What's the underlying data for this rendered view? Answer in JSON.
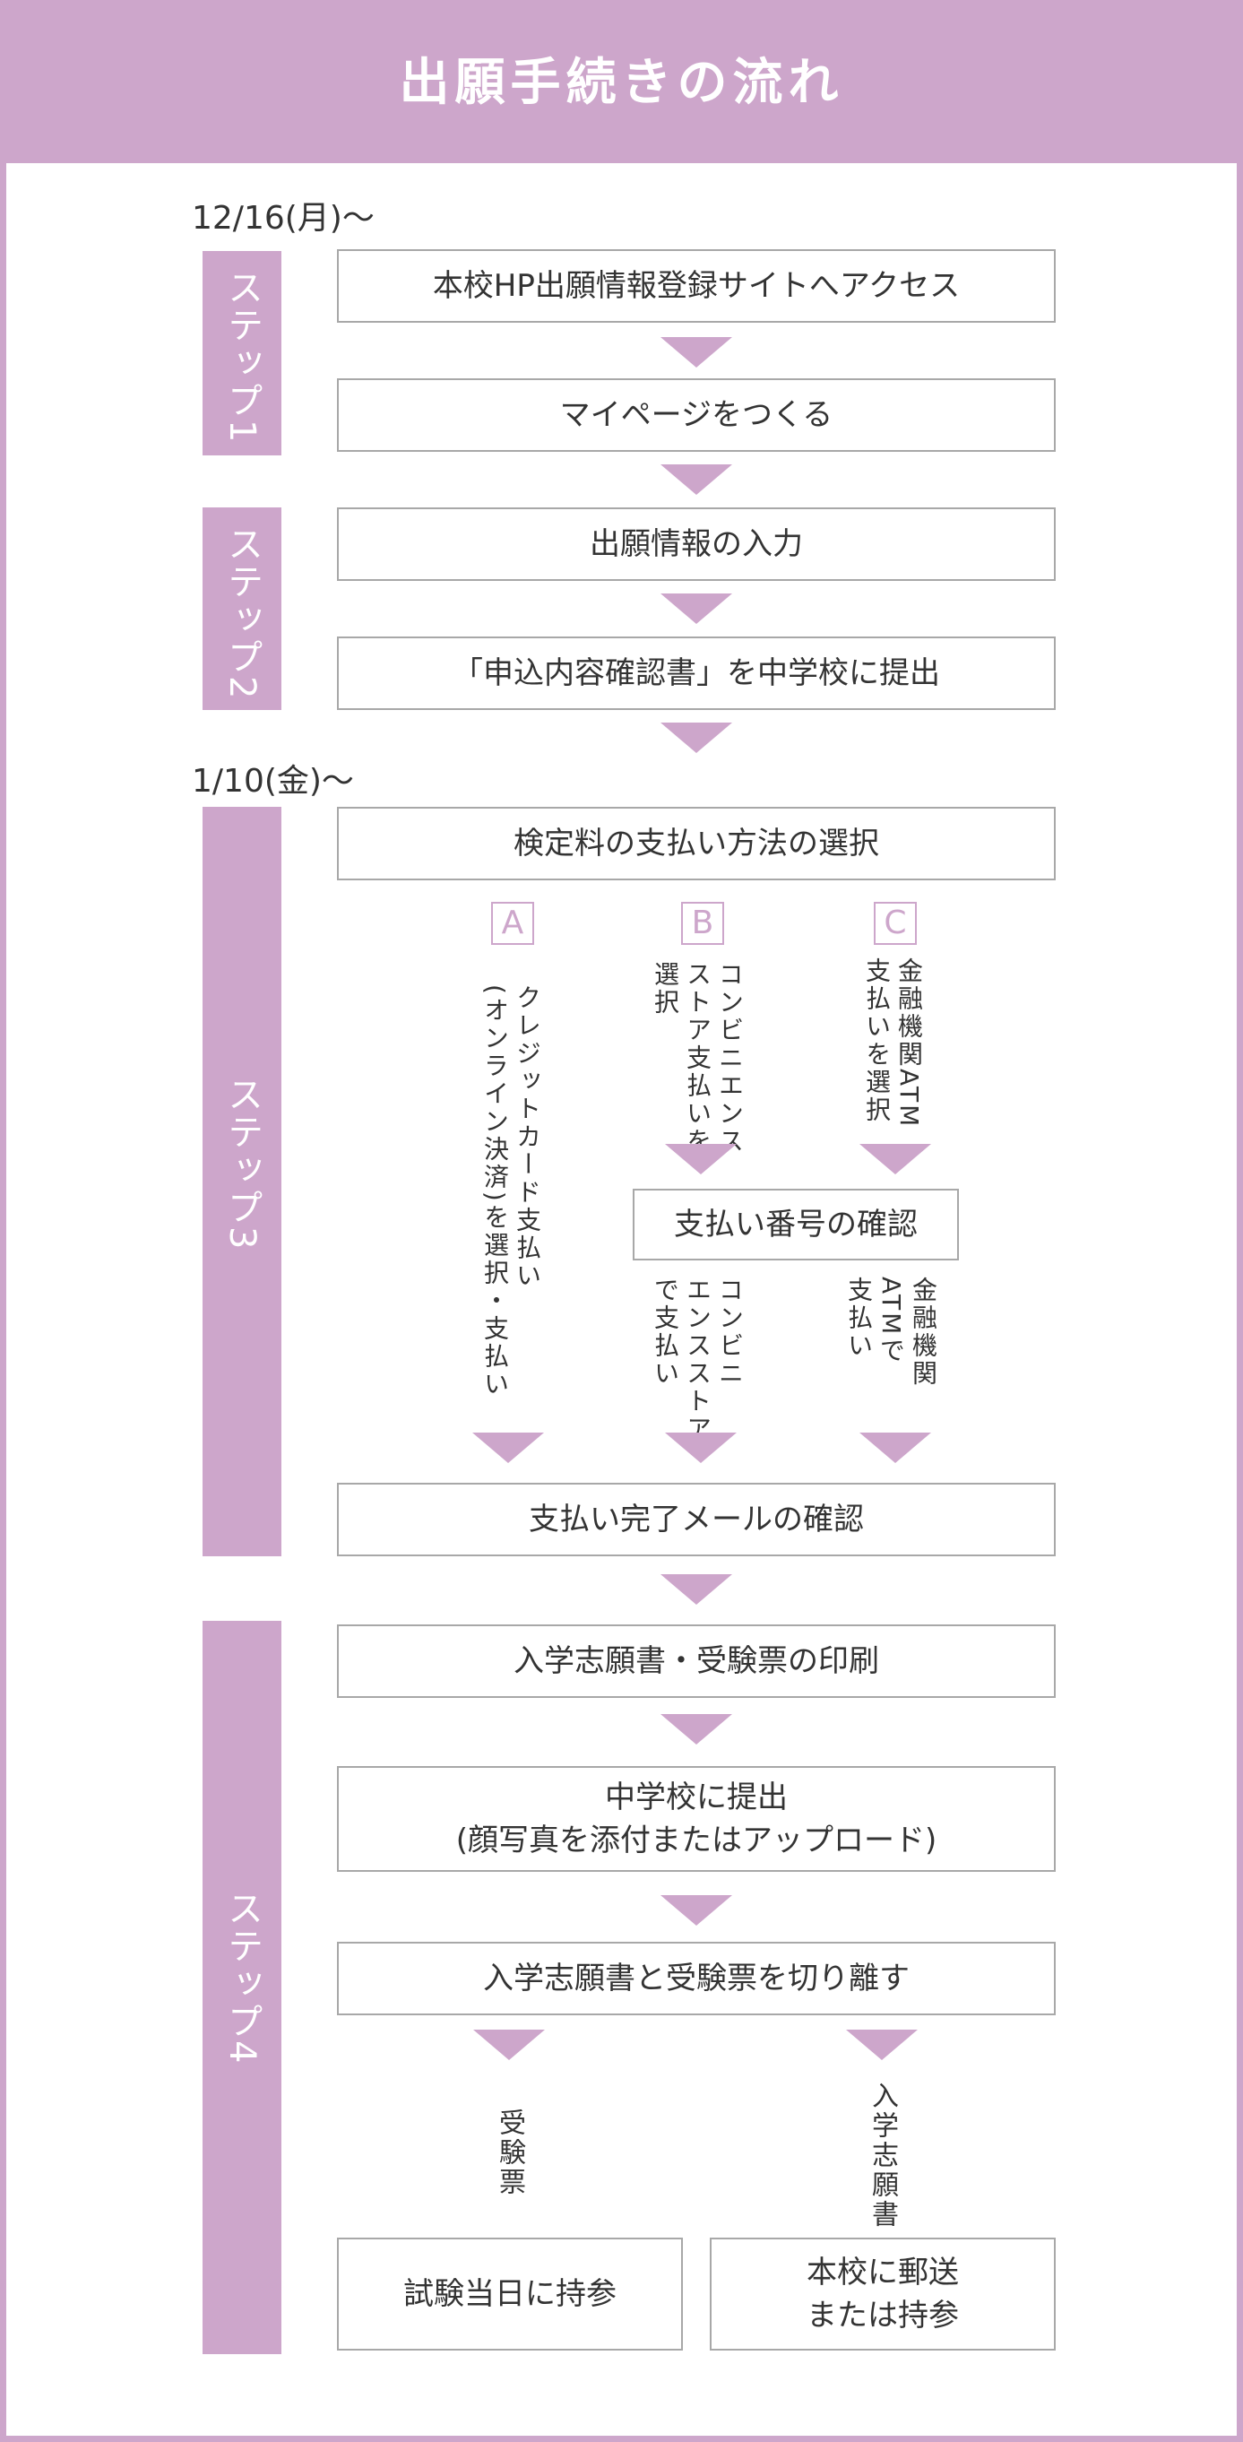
{
  "title": "出願手続きの流れ",
  "dates": {
    "start_registration": "12/16(月)〜",
    "start_payment": "1/10(金)〜"
  },
  "steps": {
    "step1": "ステップ1",
    "step2": "ステップ2",
    "step3": "ステップ3",
    "step4": "ステップ4"
  },
  "boxes": {
    "access": "本校HP出願情報登録サイトへアクセス",
    "mypage": "マイページをつくる",
    "input": "出願情報の入力",
    "submit_confirm": "「申込内容確認書」を中学校に提出",
    "payment_select": "検定料の支払い方法の選択",
    "payment_number": "支払い番号の確認",
    "payment_complete": "支払い完了メールの確認",
    "print": "入学志願書・受験票の印刷",
    "submit_school_line1": "中学校に提出",
    "submit_school_line2": "(顔写真を添付またはアップロード)",
    "separate": "入学志願書と受験票を切り離す",
    "exam_day": "試験当日に持参",
    "mail_line1": "本校に郵送",
    "mail_line2": "または持参"
  },
  "options": {
    "a": {
      "letter": "A",
      "text": "クレジットカード支払い\n(オンライン決済)を選択・支払い"
    },
    "b": {
      "letter": "B",
      "text": "コンビニエンス\nストア支払いを\n選択",
      "after": "コンビニ\nエンスストア\nで支払い"
    },
    "c": {
      "letter": "C",
      "text": "金融機関ATM\n支払いを選択",
      "after": "金融機関\nATMで\n支払い"
    }
  },
  "branches": {
    "exam_ticket": "受験票",
    "application": "入学志願書"
  },
  "colors": {
    "accent": "#cda6cb",
    "border": "#a8a8a8",
    "text": "#333333"
  }
}
